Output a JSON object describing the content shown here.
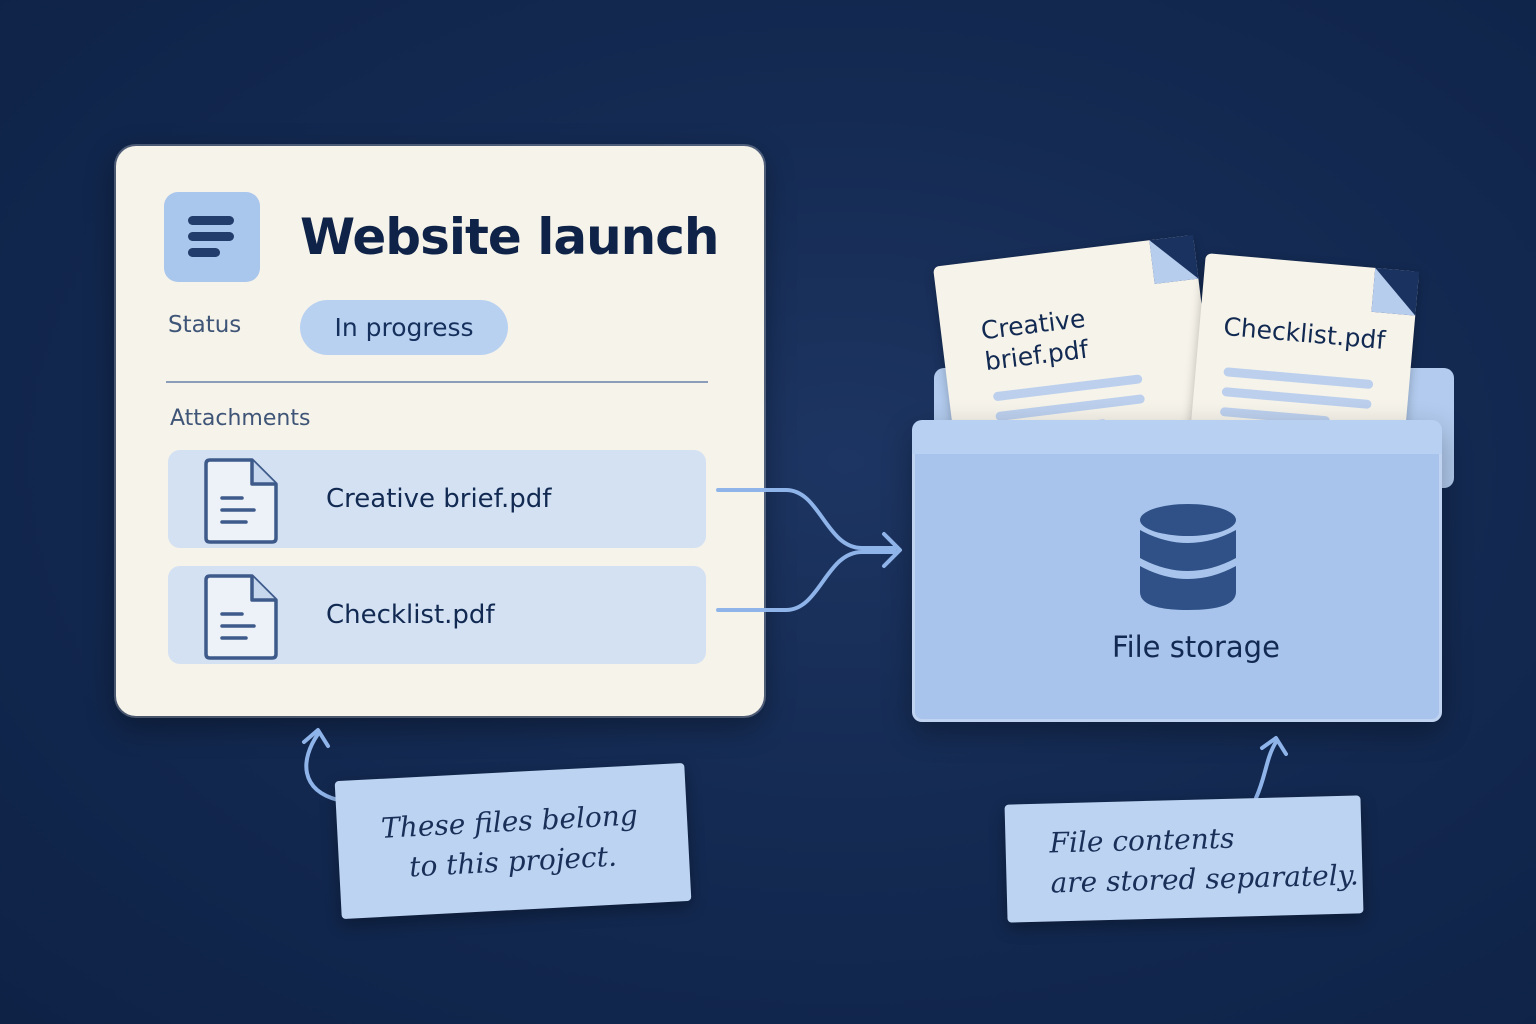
{
  "project_card": {
    "title": "Website launch",
    "menu_icon": "menu-icon",
    "status_label": "Status",
    "status_value": "In progress",
    "attachments_label": "Attachments",
    "attachments": [
      {
        "name": "Creative brief.pdf",
        "icon": "file-icon"
      },
      {
        "name": "Checklist.pdf",
        "icon": "file-icon"
      }
    ]
  },
  "storage": {
    "label": "File storage",
    "icon": "database-icon",
    "documents": [
      {
        "name": "Creative brief.pdf"
      },
      {
        "name": "Checklist.pdf"
      }
    ]
  },
  "notes": {
    "project_note": [
      "These files belong",
      "to this project."
    ],
    "storage_note": [
      "File contents",
      "are stored separately."
    ]
  },
  "colors": {
    "background": "#142a52",
    "card": "#f6f3ea",
    "accent": "#a9c6ec",
    "ink": "#122a52",
    "connector": "#8fb4ea"
  }
}
